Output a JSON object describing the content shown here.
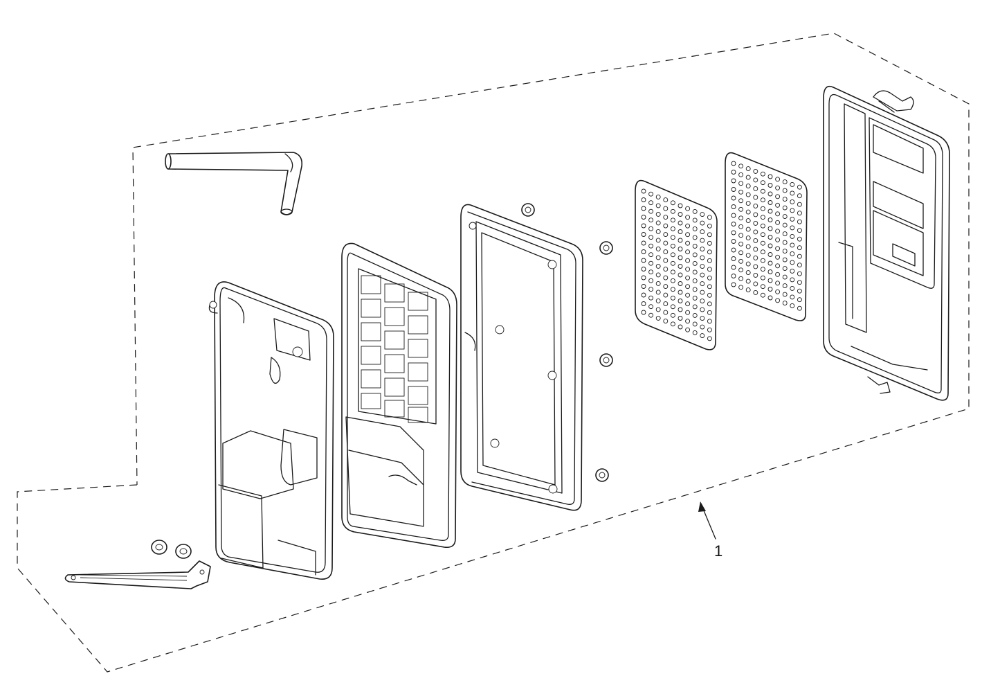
{
  "callouts": [
    {
      "number": "1"
    }
  ],
  "parts": [
    "boundary-outline",
    "breather-tube",
    "mounting-bracket",
    "flange-nut",
    "outer-cover",
    "grid-cover",
    "gasket-plate",
    "side-nut",
    "filter-element-front",
    "filter-element-rear",
    "filter-housing"
  ]
}
